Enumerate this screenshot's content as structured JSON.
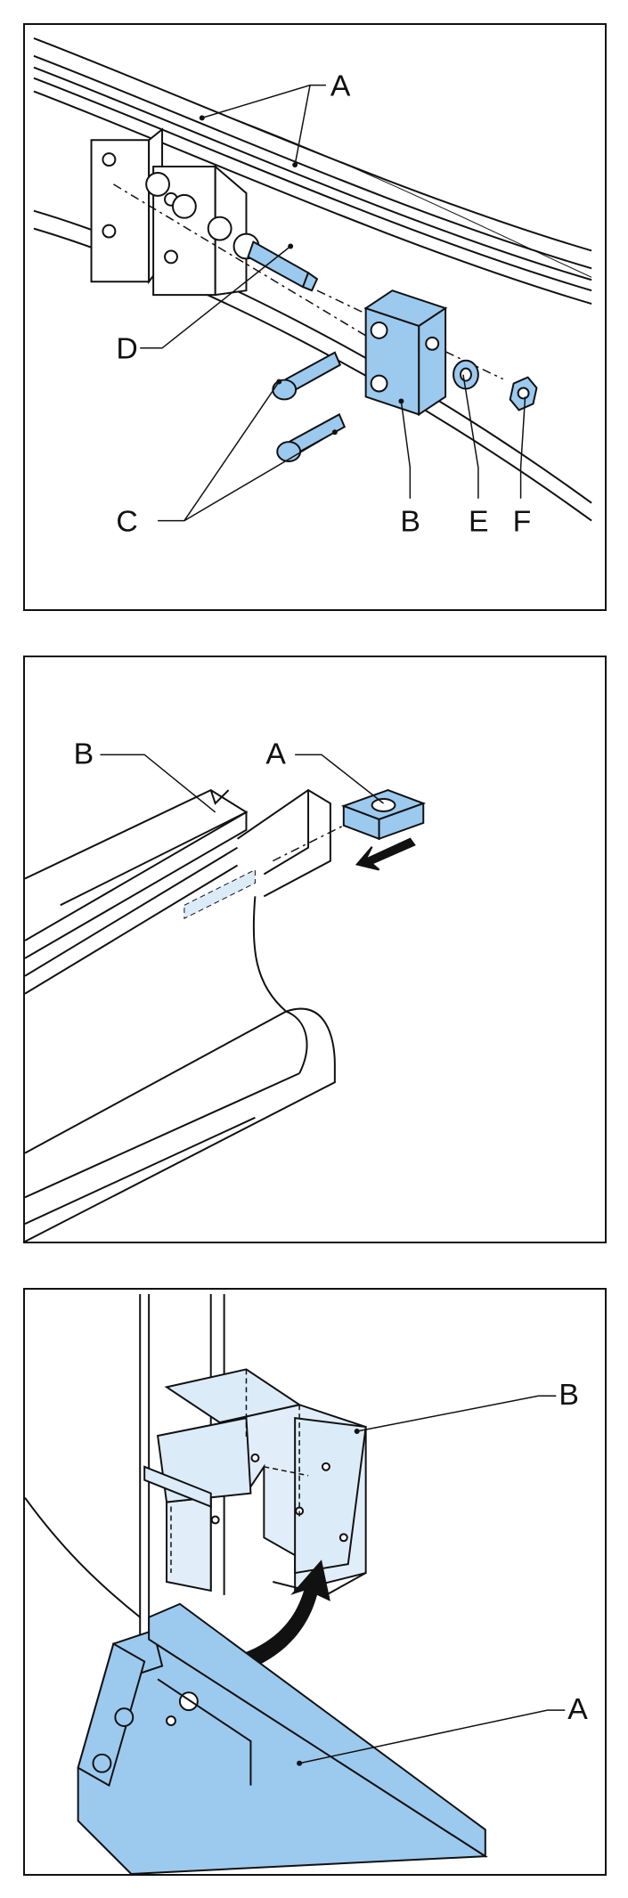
{
  "panels": [
    {
      "callouts": {
        "a": "A",
        "b": "B",
        "c": "C",
        "d": "D",
        "e": "E",
        "f": "F"
      }
    },
    {
      "callouts": {
        "a": "A",
        "b": "B"
      }
    },
    {
      "callouts": {
        "a": "A",
        "b": "B"
      }
    }
  ],
  "colors": {
    "part_fill": "#9cc9ee",
    "part_light_fill": "#dcebf8",
    "line": "#111111"
  }
}
